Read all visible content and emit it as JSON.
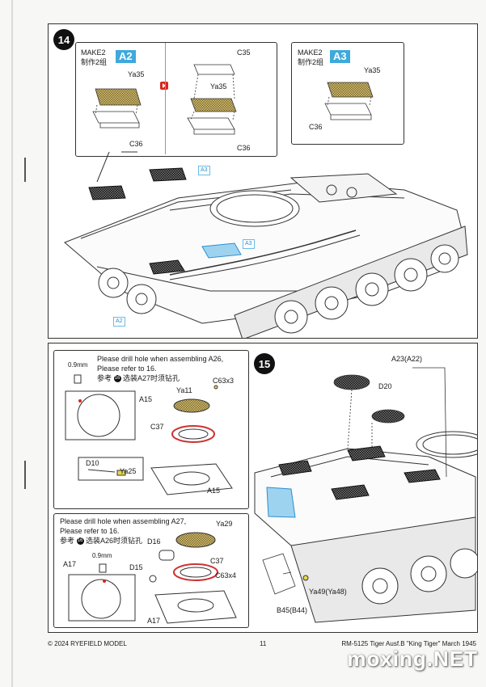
{
  "step14": {
    "number": "14",
    "callout_a2": {
      "make": "MAKE2",
      "make_cn": "制作2组",
      "tag": "A2"
    },
    "callout_a3": {
      "make": "MAKE2",
      "make_cn": "制作2组",
      "tag": "A3"
    },
    "labels": {
      "ya35_1": "Ya35",
      "c36_1": "C36",
      "c35": "C35",
      "ya35_2": "Ya35",
      "c36_2": "C36",
      "ya35_3": "Ya35",
      "c36_3": "C36",
      "a3_small_1": "A3",
      "a3_small_2": "A3",
      "a2_small": "A2"
    }
  },
  "step15": {
    "number": "15",
    "detail_top": {
      "note_en": "Please drill hole when assembling A26, Please refer to 16.",
      "note_cn_prefix": "参考",
      "note_ref": "16",
      "note_cn_suffix": "选装A27时须钻孔",
      "labels": {
        "drill": "0.9mm",
        "a15_1": "A15",
        "ya11": "Ya11",
        "c63": "C63x3",
        "c37": "C37",
        "d10": "D10",
        "ya25": "Ya25",
        "a15_2": "A15"
      }
    },
    "detail_bottom": {
      "note_en": "Please drill hole when assembling A27, Please refer to 16.",
      "note_cn_prefix": "参考",
      "note_ref": "16",
      "note_cn_suffix": "选装A26时须钻孔",
      "labels": {
        "ya29": "Ya29",
        "d16": "D16",
        "drill": "0.9mm",
        "a17_1": "A17",
        "d15": "D15",
        "c37": "C37",
        "c63": "C63x4",
        "a17_2": "A17"
      }
    },
    "labels": {
      "a23": "A23(A22)",
      "d20": "D20",
      "ya49": "Ya49(Ya48)",
      "b45": "B45(B44)"
    }
  },
  "footer": {
    "copyright": "© 2024 RYEFIELD MODEL",
    "page": "11",
    "product": "RM-5125 Tiger Ausf.B \"King Tiger\" March 1945"
  },
  "watermark": "moxing.NET",
  "colors": {
    "accent_blue": "#3fa9dc",
    "mesh_gold": "#c9b46a",
    "warning_red": "#d8261c"
  }
}
